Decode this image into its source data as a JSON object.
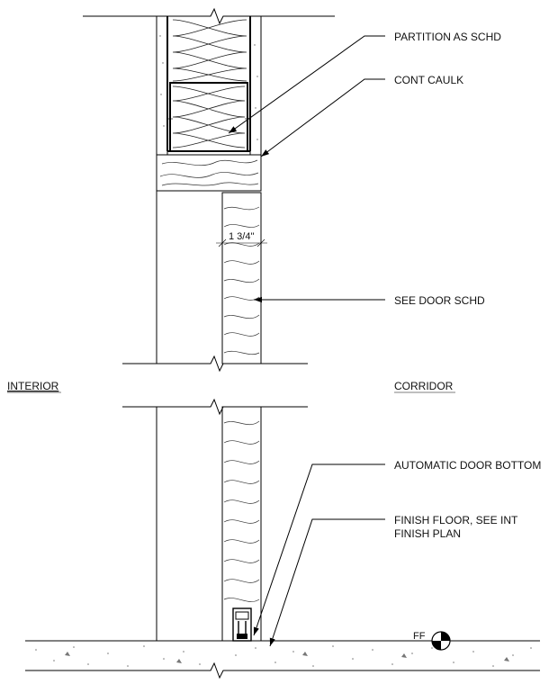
{
  "labels": {
    "partition": "PARTITION AS SCHD",
    "caulk": "CONT CAULK",
    "door": "SEE DOOR SCHD",
    "door_bottom": "AUTOMATIC DOOR BOTTOM",
    "floor_line1": "FINISH FLOOR, SEE INT",
    "floor_line2": "FINISH PLAN",
    "interior": "INTERIOR",
    "corridor": "CORRIDOR",
    "dimension": "1 3/4\"",
    "ff": "FF"
  }
}
